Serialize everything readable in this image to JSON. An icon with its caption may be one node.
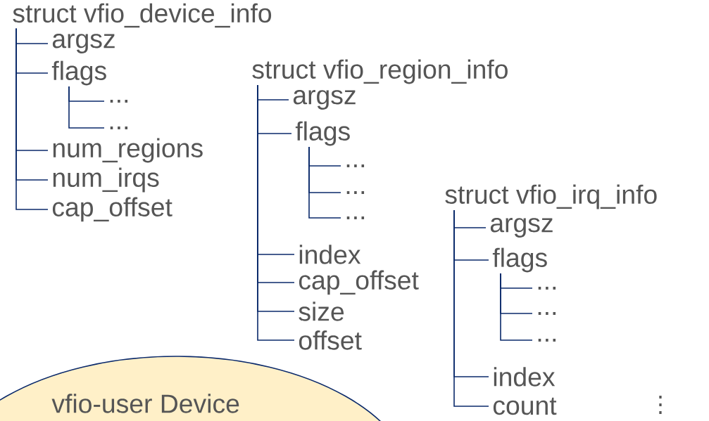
{
  "diagram": {
    "nodes": [
      {
        "text": [
          "struct vfio_device_info"
        ]
      },
      {
        "text": [
          "argsz"
        ]
      },
      {
        "text": [
          "flags"
        ]
      },
      {
        "text": [
          "..."
        ]
      },
      {
        "text": [
          "..."
        ]
      },
      {
        "text": [
          "num_regions"
        ]
      },
      {
        "text": [
          "num_irqs"
        ]
      },
      {
        "text": [
          "cap_offset"
        ]
      },
      {
        "text": [
          "struct vfio_region_info"
        ]
      },
      {
        "text": [
          "argsz"
        ]
      },
      {
        "text": [
          "flags"
        ]
      },
      {
        "text": [
          "..."
        ]
      },
      {
        "text": [
          "..."
        ]
      },
      {
        "text": [
          "..."
        ]
      },
      {
        "text": [
          "index"
        ]
      },
      {
        "text": [
          "cap_offset"
        ]
      },
      {
        "text": [
          "size"
        ]
      },
      {
        "text": [
          "offset"
        ]
      },
      {
        "text": [
          "struct vfio_irq_info"
        ]
      },
      {
        "text": [
          "argsz"
        ]
      },
      {
        "text": [
          "flags"
        ]
      },
      {
        "text": [
          "..."
        ]
      },
      {
        "text": [
          "..."
        ]
      },
      {
        "text": [
          "..."
        ]
      },
      {
        "text": [
          "index"
        ]
      },
      {
        "text": [
          "count"
        ]
      },
      {
        "text": [
          "vfio-user Device"
        ]
      }
    ],
    "edges": [
      {
        "from": 0,
        "to": 1,
        "arrow": "none"
      },
      {
        "from": 0,
        "to": 2,
        "arrow": "none"
      },
      {
        "from": 2,
        "to": 3,
        "arrow": "none"
      },
      {
        "from": 2,
        "to": 4,
        "arrow": "none"
      },
      {
        "from": 0,
        "to": 5,
        "arrow": "none"
      },
      {
        "from": 0,
        "to": 6,
        "arrow": "none"
      },
      {
        "from": 0,
        "to": 7,
        "arrow": "none"
      },
      {
        "from": 8,
        "to": 9,
        "arrow": "none"
      },
      {
        "from": 8,
        "to": 10,
        "arrow": "none"
      },
      {
        "from": 10,
        "to": 11,
        "arrow": "none"
      },
      {
        "from": 10,
        "to": 12,
        "arrow": "none"
      },
      {
        "from": 10,
        "to": 13,
        "arrow": "none"
      },
      {
        "from": 8,
        "to": 14,
        "arrow": "none"
      },
      {
        "from": 8,
        "to": 15,
        "arrow": "none"
      },
      {
        "from": 8,
        "to": 16,
        "arrow": "none"
      },
      {
        "from": 8,
        "to": 17,
        "arrow": "none"
      },
      {
        "from": 18,
        "to": 19,
        "arrow": "none"
      },
      {
        "from": 18,
        "to": 20,
        "arrow": "none"
      },
      {
        "from": 20,
        "to": 21,
        "arrow": "none"
      },
      {
        "from": 20,
        "to": 22,
        "arrow": "none"
      },
      {
        "from": 20,
        "to": 23,
        "arrow": "none"
      },
      {
        "from": 18,
        "to": 24,
        "arrow": "none"
      },
      {
        "from": 18,
        "to": 25,
        "arrow": "none"
      }
    ],
    "labels": [
      "⋮"
    ]
  }
}
